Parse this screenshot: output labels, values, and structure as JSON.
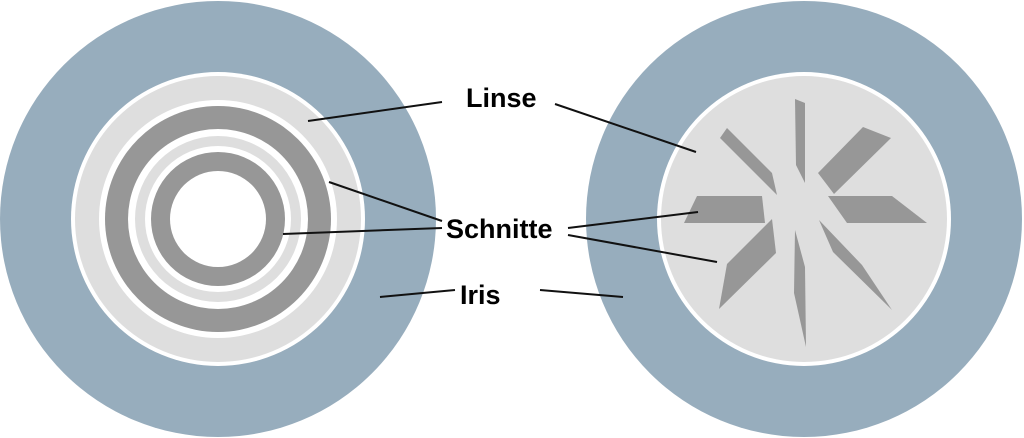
{
  "labels": {
    "lens": "Linse",
    "cuts": "Schnitte",
    "iris": "Iris"
  },
  "colors": {
    "iris": "#97adbd",
    "lens": "#dedede",
    "cut": "#979797",
    "gap": "#ffffff"
  }
}
